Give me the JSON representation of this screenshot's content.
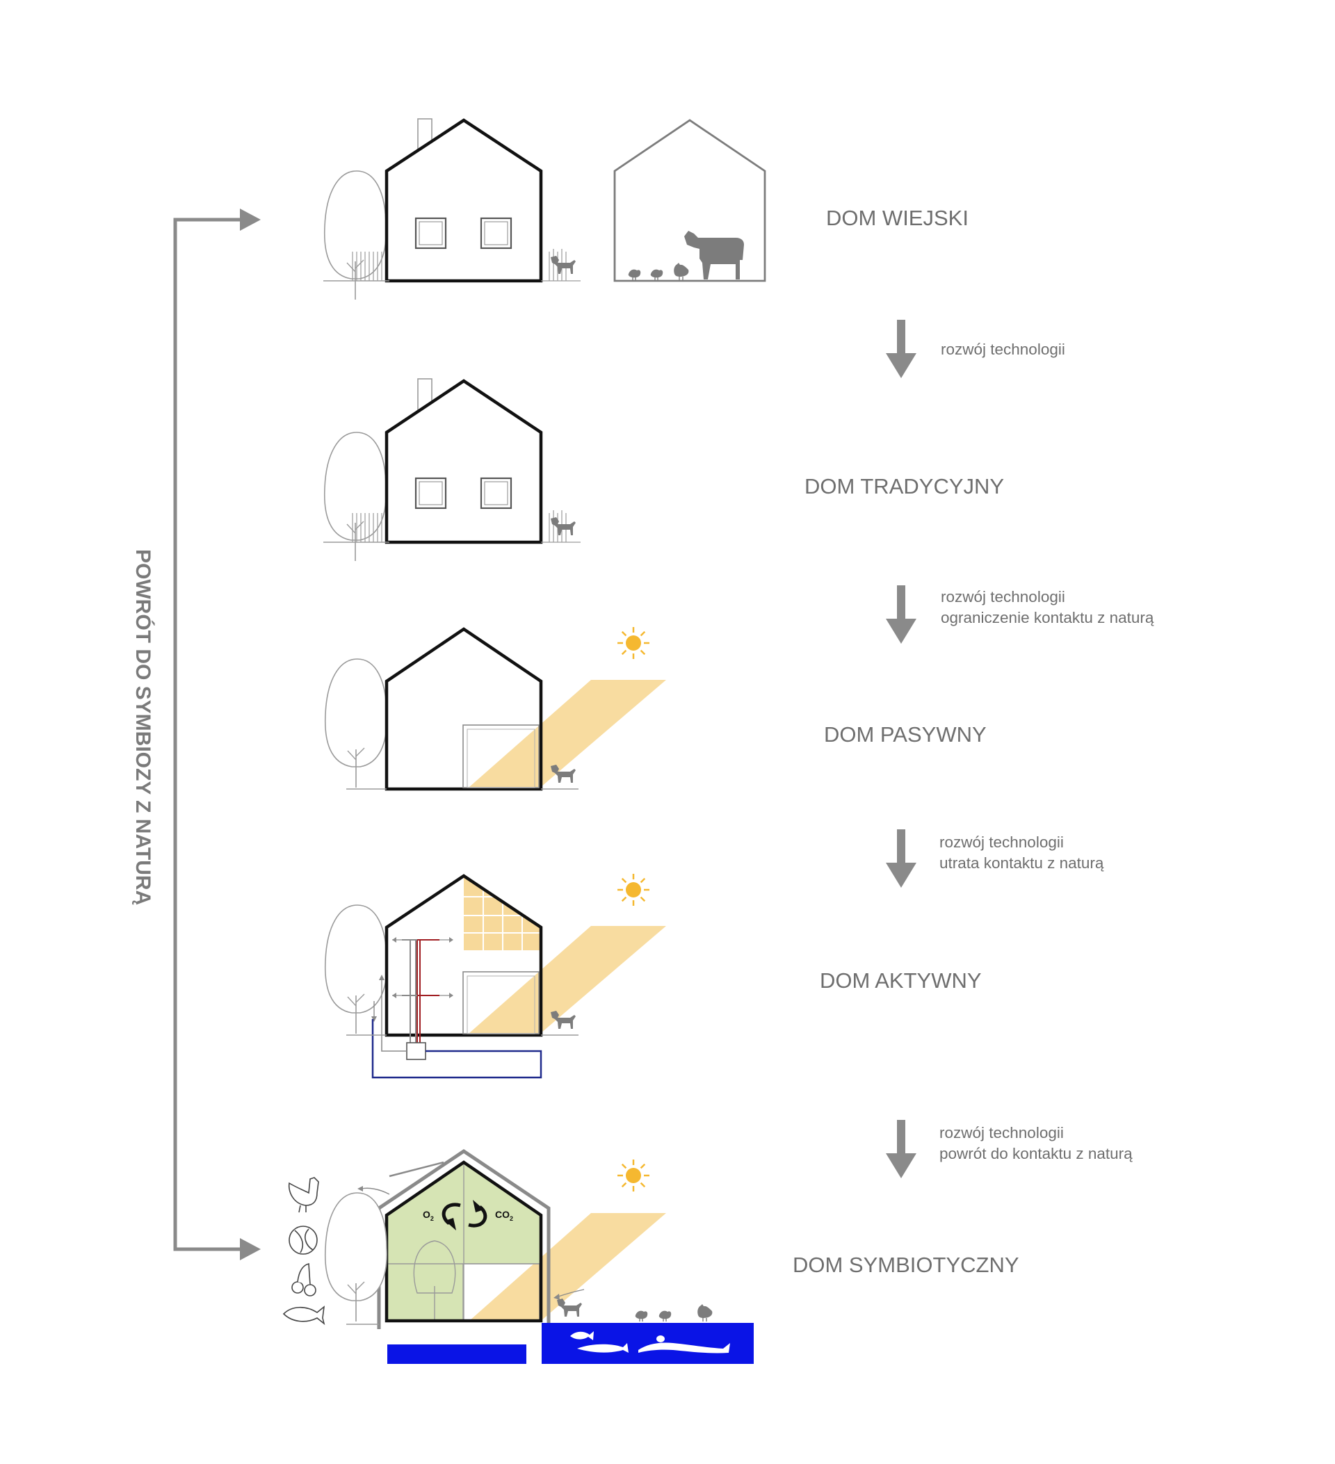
{
  "side_label": "POWRÓT DO SYMBIOZY Z NATURĄ",
  "stages": [
    {
      "label": "DOM WIEJSKI"
    },
    {
      "label": "DOM TRADYCYJNY"
    },
    {
      "label": "DOM PASYWNY"
    },
    {
      "label": "DOM AKTYWNY"
    },
    {
      "label": "DOM SYMBIOTYCZNY"
    }
  ],
  "transitions": [
    {
      "lines": [
        "rozwój technologii"
      ]
    },
    {
      "lines": [
        "rozwój technologii",
        "ograniczenie kontaktu z naturą"
      ]
    },
    {
      "lines": [
        "rozwój technologii",
        "utrata kontaktu z naturą"
      ]
    },
    {
      "lines": [
        "rozwój technologii",
        "powrót do kontaktu z naturą"
      ]
    }
  ],
  "chem": {
    "o2": "O",
    "o2_sub": "2",
    "co2": "CO",
    "co2_sub": "2"
  },
  "colors": {
    "outline": "#111111",
    "gray": "#8a8a8a",
    "sun": "#f5b830",
    "sunlight": "#f8dca0",
    "solar": "#f7d99a",
    "green": "#d6e4b4",
    "water": "#0a14e6",
    "pipe_red": "#a01e22",
    "pipe_blue": "#1f2a8c"
  },
  "icons": [
    "arrow-down-icon",
    "tree-icon",
    "dog-icon",
    "cow-icon",
    "hen-icon",
    "rooster-icon",
    "sun-icon",
    "chicken-icon",
    "cabbage-icon",
    "cherries-icon",
    "fish-icon",
    "swimmer-icon"
  ]
}
